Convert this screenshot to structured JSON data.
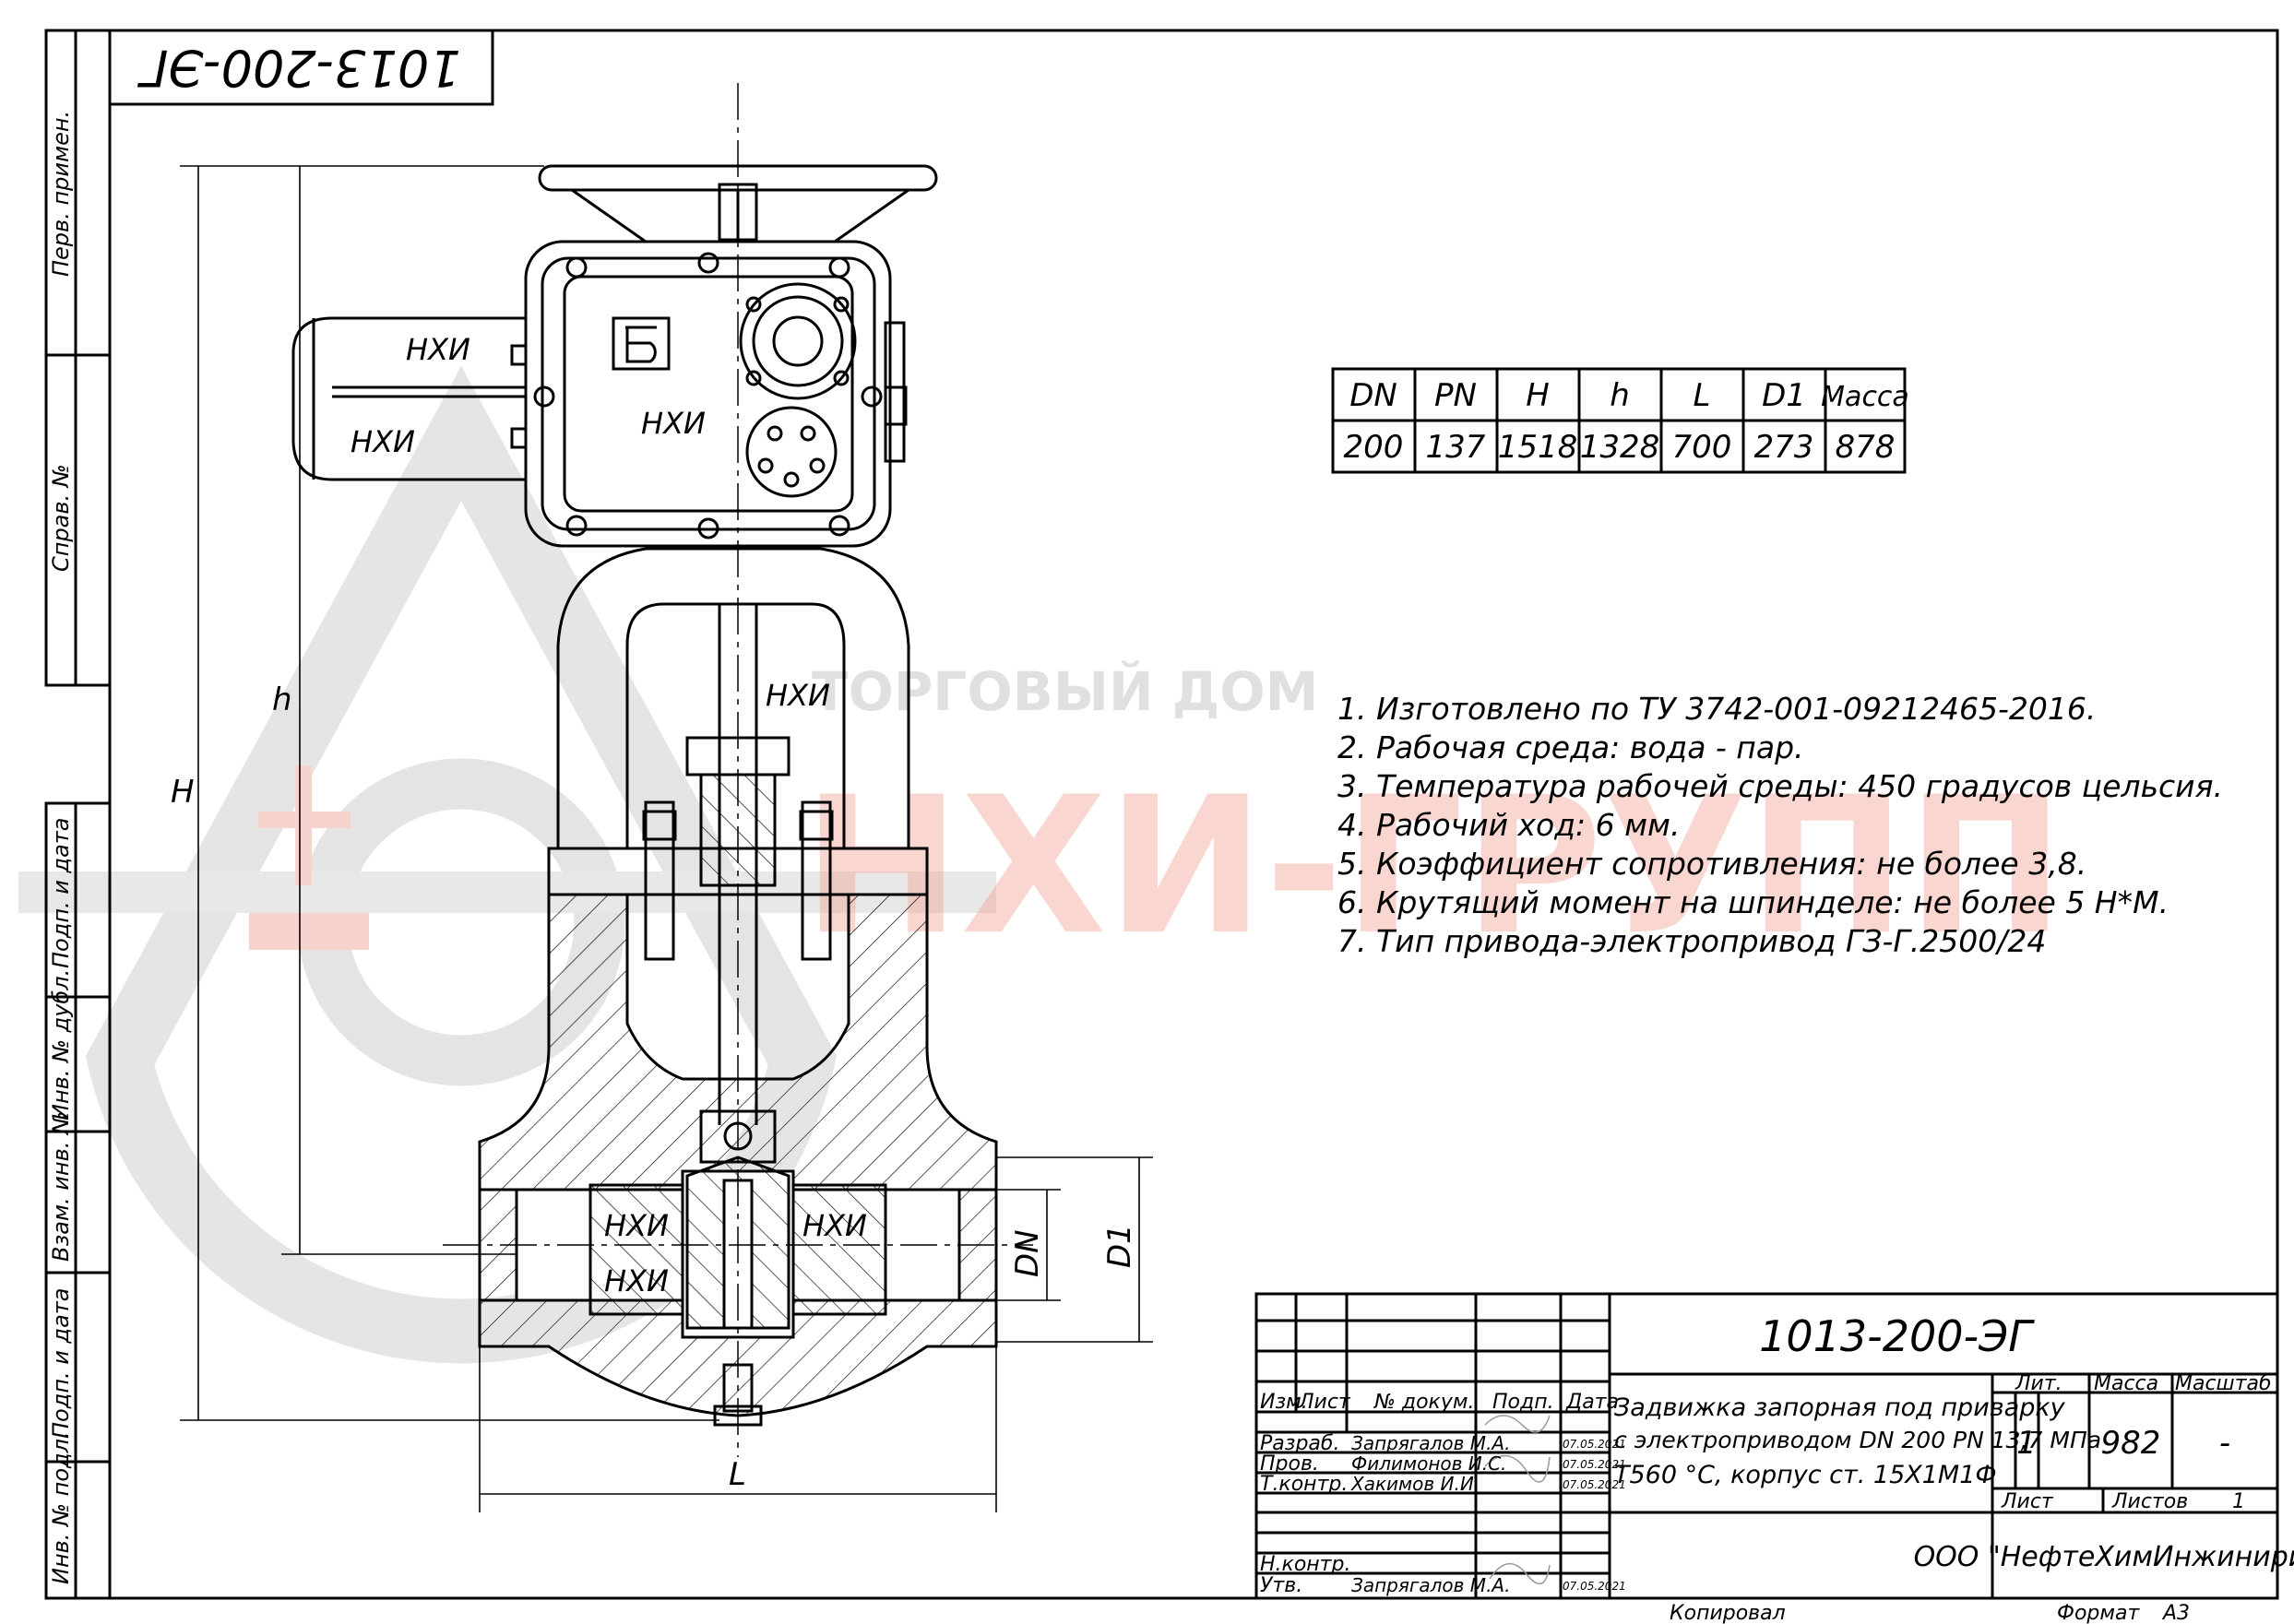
{
  "watermark": {
    "top_text": "ТОРГОВЫЙ ДОМ",
    "main_text": "НХИ-ГРУПП",
    "red": "#e8442f",
    "grey": "#cccccc"
  },
  "drawing_number_rotated": "1013-200-ЭГ",
  "side_column": {
    "perv_primen": "Перв. примен.",
    "sprav_no": "Справ. №",
    "podp_data_1": "Подп. и дата",
    "inv_dubl": "Инв. № дубл.",
    "vzam_inv": "Взам. инв. №",
    "podp_data_2": "Подп. и дата",
    "inv_podl": "Инв. № подл."
  },
  "labels": {
    "nhi": "НХИ",
    "dim_H": "H",
    "dim_h": "h",
    "dim_L": "L",
    "dim_DN": "DN",
    "dim_D1": "D1"
  },
  "spec_table": {
    "headers": [
      "DN",
      "PN",
      "H",
      "h",
      "L",
      "D1",
      "Масса"
    ],
    "values": [
      "200",
      "137",
      "1518",
      "1328",
      "700",
      "273",
      "878"
    ]
  },
  "notes": [
    "1. Изготовлено по ТУ 3742-001-09212465-2016.",
    "2. Рабочая среда: вода - пар.",
    "3. Температура рабочей среды: 450 градусов цельсия.",
    "4. Рабочий ход: 6 мм.",
    "5. Коэффициент сопротивления: не более 3,8.",
    "6. Крутящий момент на шпинделе: не более 5 Н*М.",
    "7. Тип привода-электропривод ГЗ-Г.2500/24"
  ],
  "title_block": {
    "designation": "1013-200-ЭГ",
    "name_lines": [
      "Задвижка запорная под приварку",
      "с электроприводом DN 200 PN 13,7 МПа",
      "Т560 °С, корпус ст. 15Х1М1Ф"
    ],
    "col_headers": [
      "Изм.",
      "Лист",
      "№ докум.",
      "Подп.",
      "Дата"
    ],
    "roles": [
      {
        "role": "Разраб.",
        "name": "Запрягалов М.А.",
        "date": "07.05.2021"
      },
      {
        "role": "Пров.",
        "name": "Филимонов И.С.",
        "date": "07.05.2021"
      },
      {
        "role": "Т.контр.",
        "name": "Хакимов И.И.",
        "date": "07.05.2021"
      },
      {
        "role": "Н.контр.",
        "name": "",
        "date": ""
      },
      {
        "role": "Утв.",
        "name": "Запрягалов М.А.",
        "date": "07.05.2021"
      }
    ],
    "lit_label": "Лит.",
    "massa_label": "Масса",
    "masshtab_label": "Масштаб",
    "lit_value": "1",
    "massa_value": "982",
    "masshtab_value": "-",
    "list_label": "Лист",
    "listov_label": "Листов",
    "listov_value": "1",
    "organization": "ООО \"НефтеХимИнжиниринг\"",
    "kopiroval": "Копировал",
    "format_label": "Формат",
    "format_value": "А3"
  }
}
